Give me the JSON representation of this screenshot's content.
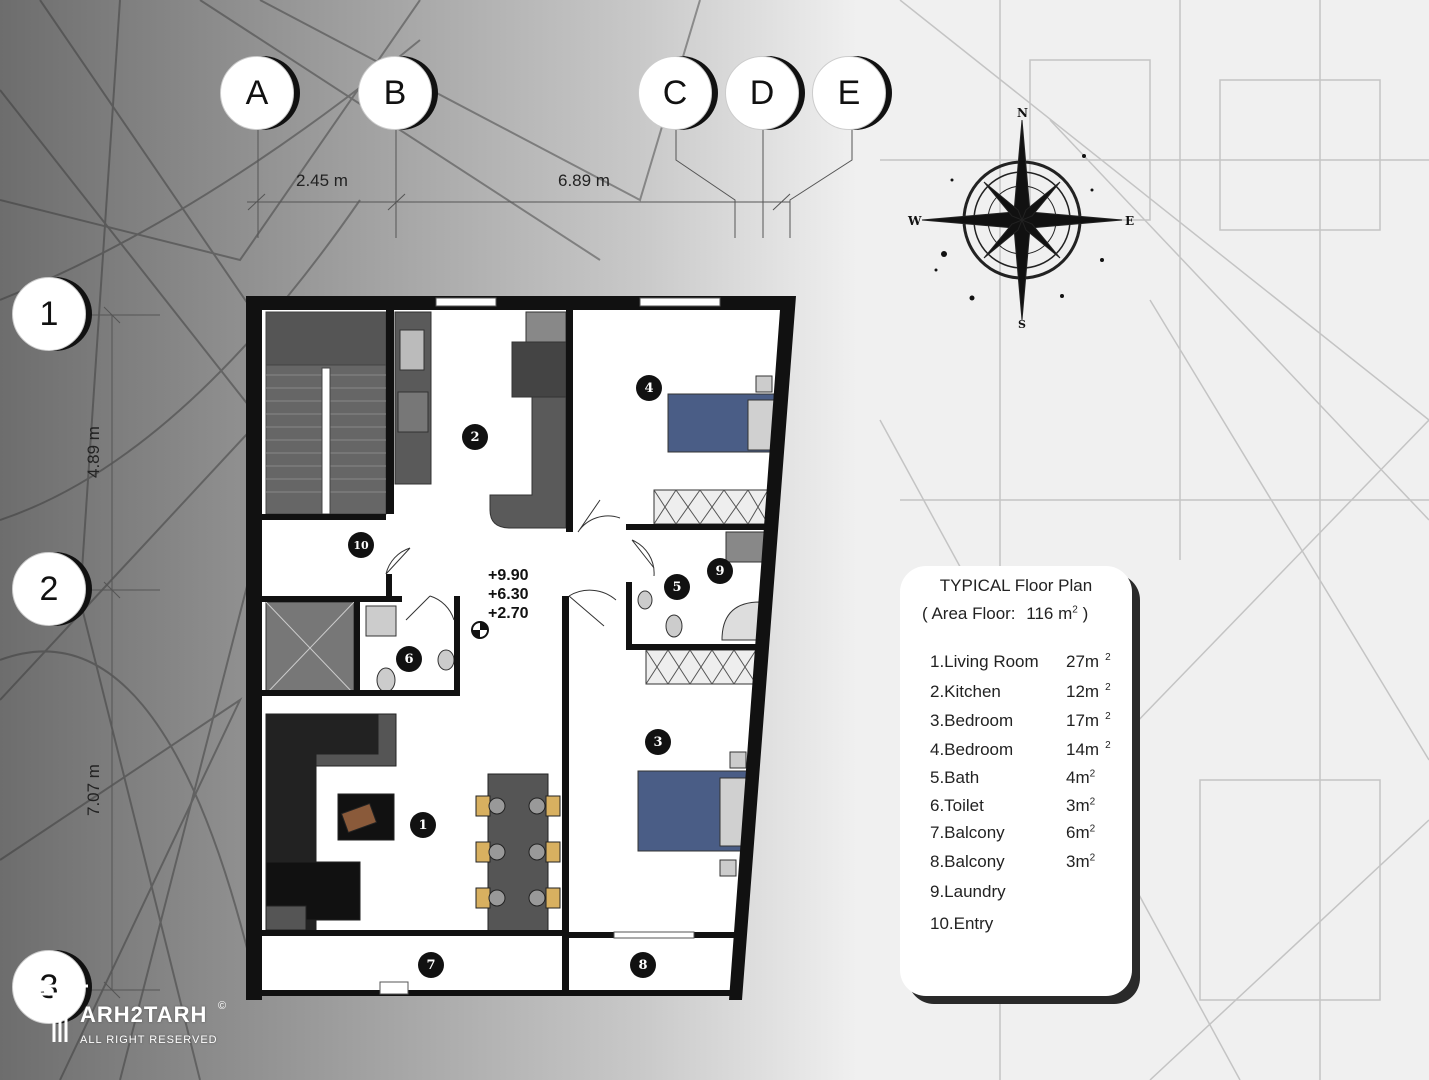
{
  "grid": {
    "columns": [
      "A",
      "B",
      "C",
      "D",
      "E"
    ],
    "rows": [
      "1",
      "2",
      "3"
    ]
  },
  "dimensions": {
    "horizontal": [
      "2.45 m",
      "6.89 m"
    ],
    "vertical": [
      "4.89 m",
      "7.07 m"
    ]
  },
  "levels": [
    "+9.90",
    "+6.30",
    "+2.70"
  ],
  "compass": {
    "north": "N",
    "south": "S",
    "east": "E",
    "west": "W"
  },
  "legend": {
    "title": "TYPICAL Floor Plan",
    "area_prefix": "( Area Floor:",
    "area_value": "116 m",
    "area_sup": "2",
    "area_suffix": ")",
    "rooms": [
      {
        "num": "1",
        "label": "1.Living Room",
        "area": "27m",
        "sup": "2"
      },
      {
        "num": "2",
        "label": "2.Kitchen",
        "area": "12m",
        "sup": "2"
      },
      {
        "num": "3",
        "label": "3.Bedroom",
        "area": "17m",
        "sup": "2"
      },
      {
        "num": "4",
        "label": "4.Bedroom",
        "area": "14m",
        "sup": "2"
      },
      {
        "num": "5",
        "label": "5.Bath",
        "area": "4m",
        "sup": "2"
      },
      {
        "num": "6",
        "label": "6.Toilet",
        "area": "3m",
        "sup": "2"
      },
      {
        "num": "7",
        "label": "7.Balcony",
        "area": "6m",
        "sup": "2"
      },
      {
        "num": "8",
        "label": "8.Balcony",
        "area": "3m",
        "sup": "2"
      },
      {
        "num": "9",
        "label": "9.Laundry",
        "area": "",
        "sup": ""
      },
      {
        "num": "10",
        "label": "10.Entry",
        "area": "",
        "sup": ""
      }
    ]
  },
  "logo": {
    "name": "ARH2TARH",
    "sub": "ALL RIGHT RESERVED",
    "copy": "©"
  },
  "colors": {
    "wall": "#111111",
    "bed": "#4a5d86",
    "kitchen": "#5a5a5a",
    "sofa": "#2a2a2a"
  }
}
